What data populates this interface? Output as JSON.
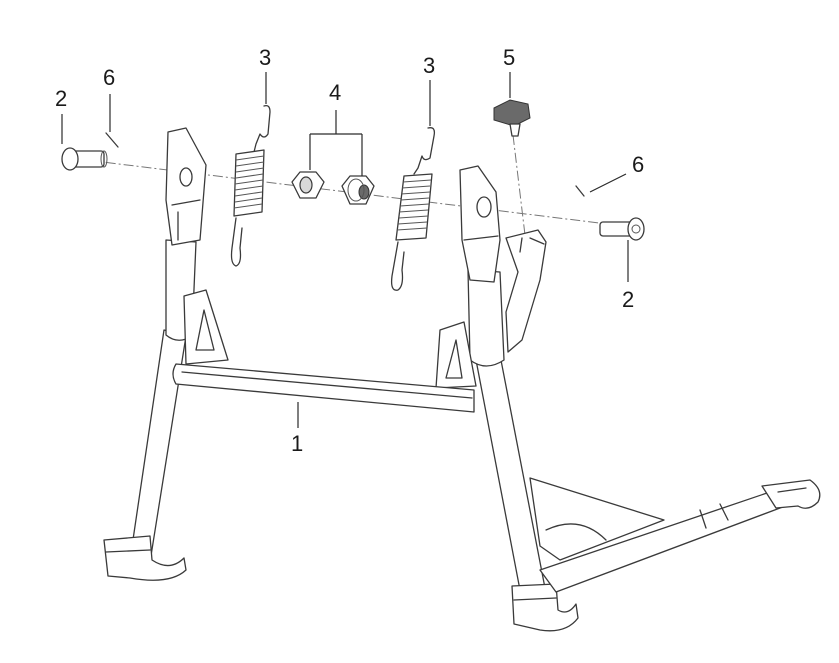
{
  "diagram": {
    "callouts": [
      {
        "id": "stand",
        "label": "1"
      },
      {
        "id": "pin-left",
        "label": "2"
      },
      {
        "id": "pin-right",
        "label": "2"
      },
      {
        "id": "spring-left",
        "label": "3"
      },
      {
        "id": "spring-right",
        "label": "3"
      },
      {
        "id": "nuts",
        "label": "4"
      },
      {
        "id": "rubber-stop",
        "label": "5"
      },
      {
        "id": "cotter-left",
        "label": "6"
      },
      {
        "id": "cotter-right",
        "label": "6"
      }
    ],
    "colors": {
      "line": "#3a3a3a",
      "shade": "#d9d9d9",
      "background": "#ffffff"
    }
  }
}
